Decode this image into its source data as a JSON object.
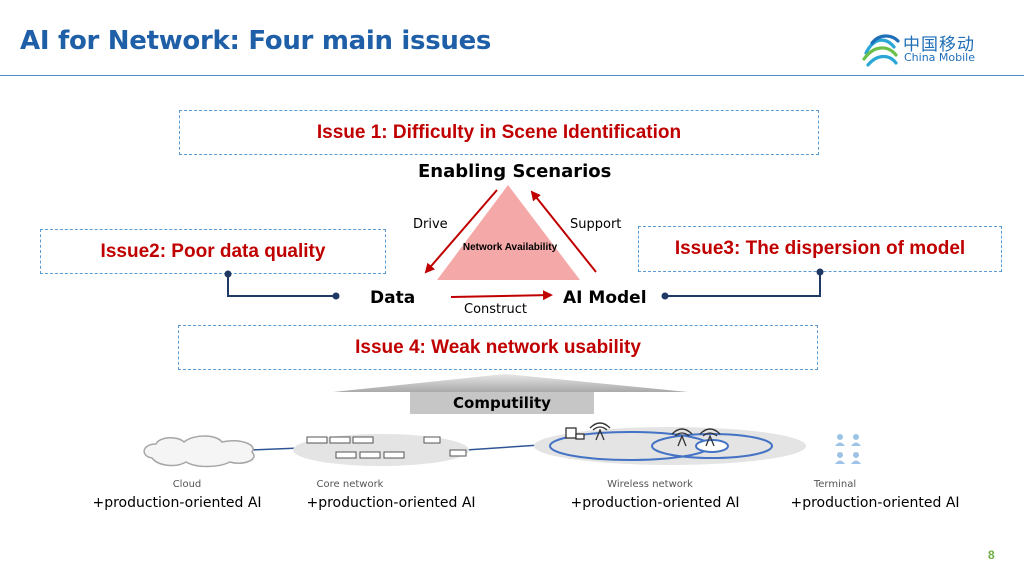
{
  "slide": {
    "title": "AI for Network: Four main issues",
    "page_number": "8"
  },
  "logo": {
    "chinese_name": "中国移动",
    "english_name": "China Mobile"
  },
  "issues": {
    "issue1": "Issue 1: Difficulty in Scene Identification",
    "issue2": "Issue2: Poor data quality",
    "issue3": "Issue3: The dispersion of  model",
    "issue4": "Issue 4: Weak network usability"
  },
  "triangle": {
    "top_label": "Enabling Scenarios",
    "center_label": "Network Availability",
    "left_node": "Data",
    "right_node": "AI Model",
    "edge_drive": "Drive",
    "edge_support": "Support",
    "edge_construct": "Construct"
  },
  "computility": {
    "label": "Computility"
  },
  "layers": [
    {
      "name": "Cloud",
      "tag": "+production-oriented AI"
    },
    {
      "name": "Core network",
      "tag": "+production-oriented AI"
    },
    {
      "name": "Wireless network",
      "tag": "+production-oriented AI"
    },
    {
      "name": "Terminal",
      "tag": "+production-oriented AI"
    }
  ],
  "colors": {
    "title_blue": "#1f5fa8",
    "issue_red": "#c00000",
    "dash_blue": "#5b9bd5",
    "triangle_fill": "#f4a9a8",
    "arrow_red": "#c00000",
    "connector_navy": "#1f3864",
    "page_number_green": "#70ad47"
  }
}
